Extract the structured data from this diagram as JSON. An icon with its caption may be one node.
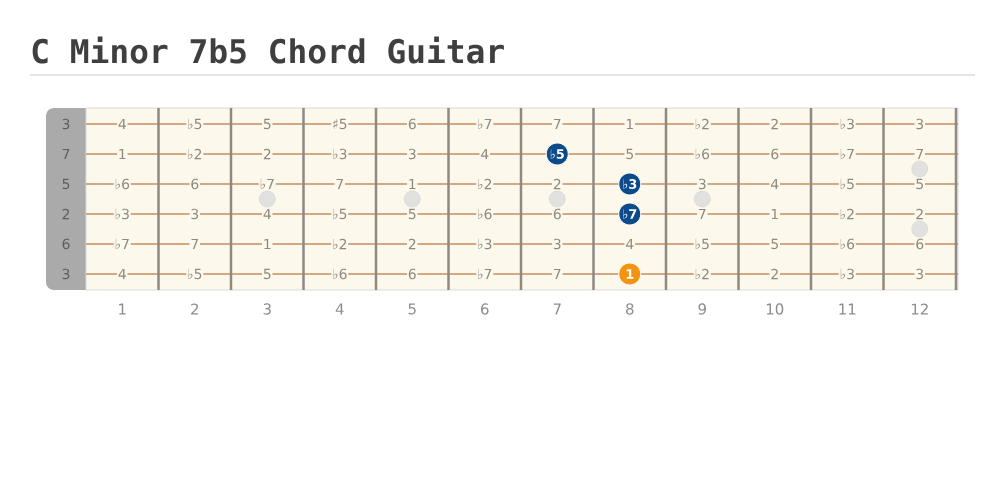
{
  "diagram": {
    "title": "C Minor 7b5 Chord Guitar",
    "nodes": [
      {
        "text": [
          "♭5"
        ]
      },
      {
        "text": [
          "♭3"
        ]
      },
      {
        "text": [
          "♭7"
        ]
      },
      {
        "text": [
          "1"
        ]
      }
    ],
    "labels": [
      "3",
      "4",
      "♭5",
      "5",
      "♯5",
      "6",
      "♭7",
      "7",
      "1",
      "♭2",
      "2",
      "♭3",
      "3",
      "7",
      "1",
      "♭2",
      "2",
      "♭3",
      "3",
      "4",
      "5",
      "♭6",
      "6",
      "♭7",
      "7",
      "5",
      "♭6",
      "6",
      "♭7",
      "7",
      "1",
      "♭2",
      "2",
      "3",
      "4",
      "♭5",
      "5",
      "2",
      "♭3",
      "3",
      "4",
      "♭5",
      "5",
      "♭6",
      "6",
      "7",
      "1",
      "♭2",
      "2",
      "6",
      "♭7",
      "7",
      "1",
      "♭2",
      "2",
      "♭3",
      "3",
      "4",
      "♭5",
      "5",
      "♭6",
      "6",
      "3",
      "4",
      "♭5",
      "5",
      "♭6",
      "6",
      "♭7",
      "7",
      "♭2",
      "2",
      "♭3",
      "3",
      "1",
      "2",
      "3",
      "4",
      "5",
      "6",
      "7",
      "8",
      "9",
      "10",
      "11",
      "12"
    ]
  }
}
